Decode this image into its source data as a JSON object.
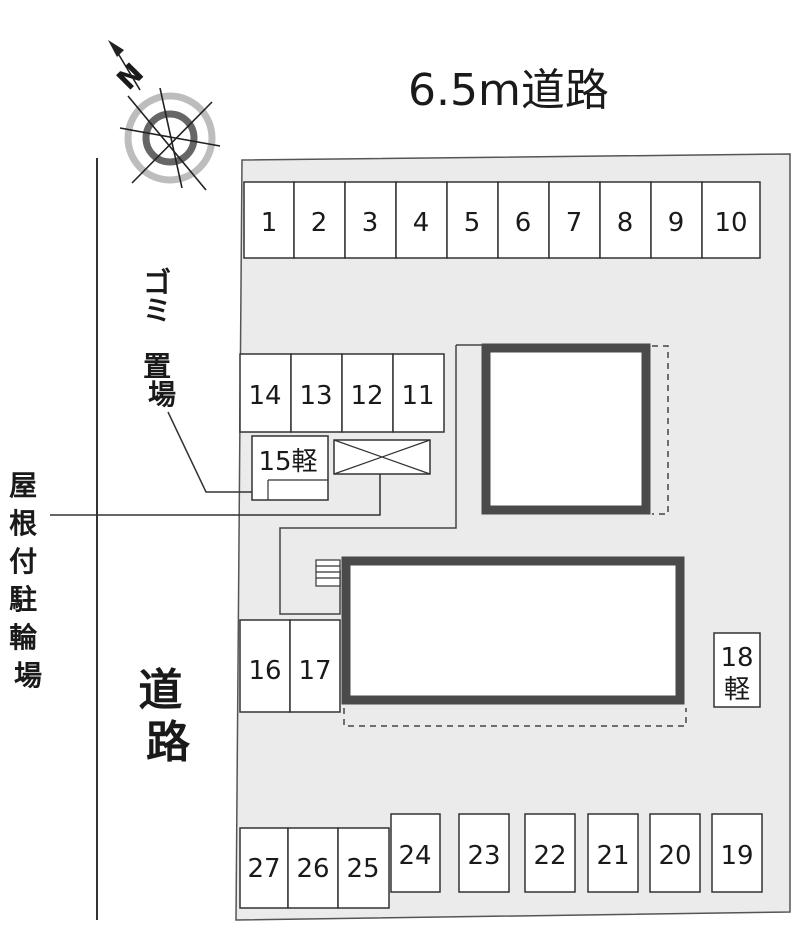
{
  "top_road_label": "6.5m道路",
  "side_road_label": "道路",
  "compass_letter": "N",
  "compass_icon": "north-arrow-compass-icon",
  "garbage_label": "ゴミ置場",
  "bike_shelter_label": "屋根付駐輪場",
  "spaces": {
    "s1": "1",
    "s2": "2",
    "s3": "3",
    "s4": "4",
    "s5": "5",
    "s6": "6",
    "s7": "7",
    "s8": "8",
    "s9": "9",
    "s10": "10",
    "s11": "11",
    "s12": "12",
    "s13": "13",
    "s14": "14",
    "s15": "15軽",
    "s16": "16",
    "s17": "17",
    "s18a": "18",
    "s18b": "軽",
    "s19": "19",
    "s20": "20",
    "s21": "21",
    "s22": "22",
    "s23": "23",
    "s24": "24",
    "s25": "25",
    "s26": "26",
    "s27": "27"
  },
  "colors": {
    "lot": "#ebebeb",
    "building_border": "#4a4a4a",
    "line": "#333333"
  }
}
